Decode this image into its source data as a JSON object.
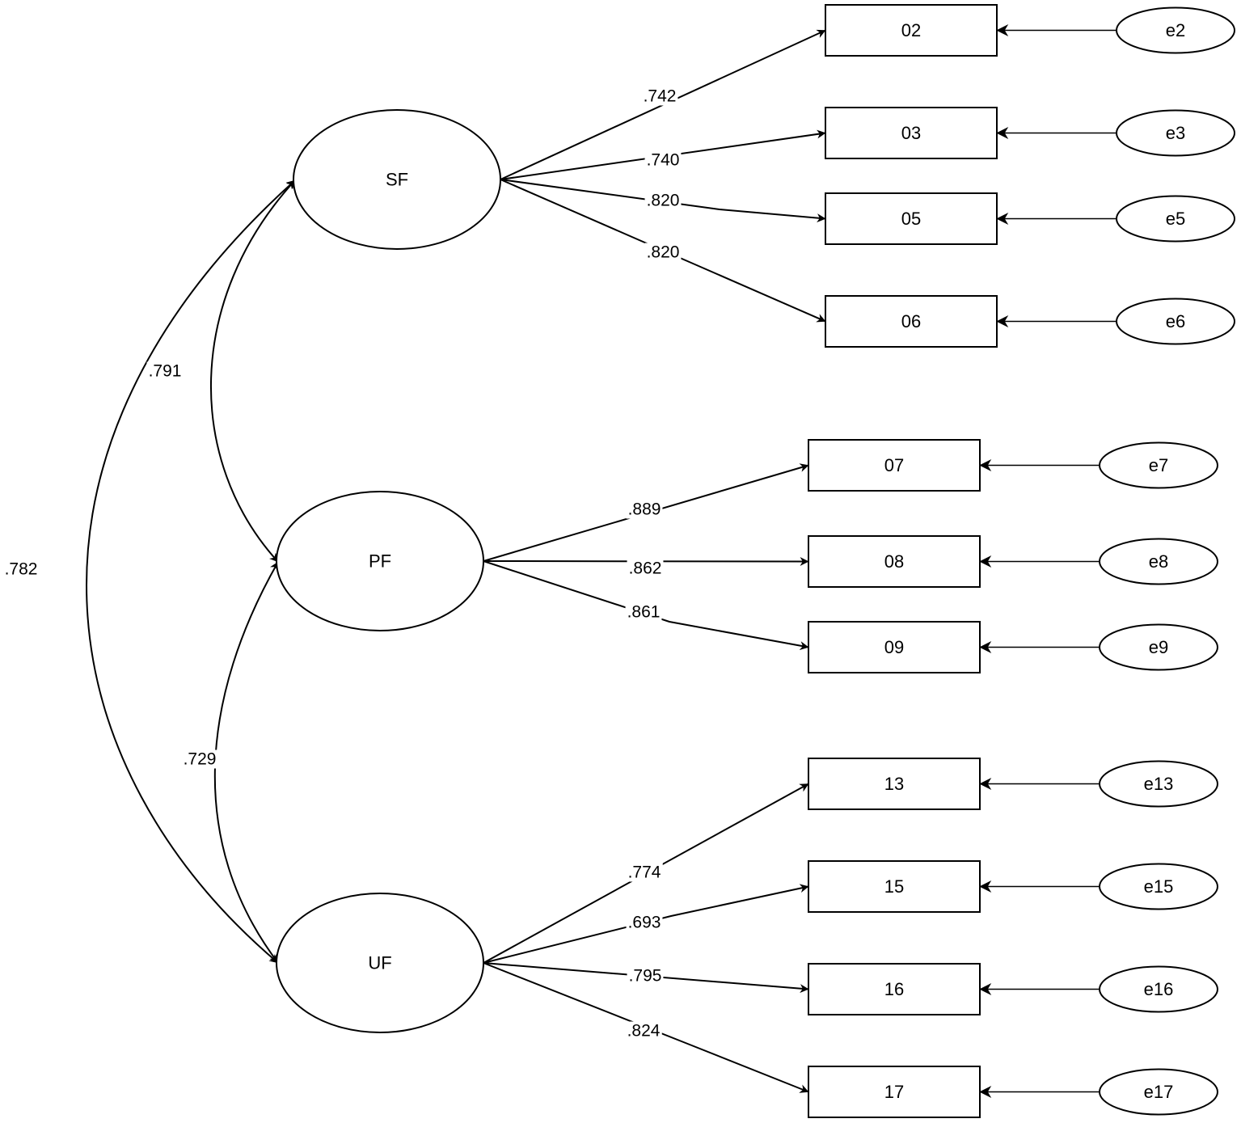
{
  "diagram": {
    "latent_factors": [
      {
        "id": "SF",
        "label": "SF"
      },
      {
        "id": "PF",
        "label": "PF"
      },
      {
        "id": "UF",
        "label": "UF"
      }
    ],
    "indicators": [
      {
        "id": "02",
        "label": "02",
        "factor": "SF",
        "loading": ".742",
        "error": "e2"
      },
      {
        "id": "03",
        "label": "03",
        "factor": "SF",
        "loading": ".740",
        "error": "e3"
      },
      {
        "id": "05",
        "label": "05",
        "factor": "SF",
        "loading": ".820",
        "error": "e5"
      },
      {
        "id": "06",
        "label": "06",
        "factor": "SF",
        "loading": ".820",
        "error": "e6"
      },
      {
        "id": "07",
        "label": "07",
        "factor": "PF",
        "loading": ".889",
        "error": "e7"
      },
      {
        "id": "08",
        "label": "08",
        "factor": "PF",
        "loading": ".862",
        "error": "e8"
      },
      {
        "id": "09",
        "label": "09",
        "factor": "PF",
        "loading": ".861",
        "error": "e9"
      },
      {
        "id": "13",
        "label": "13",
        "factor": "UF",
        "loading": ".774",
        "error": "e13"
      },
      {
        "id": "15",
        "label": "15",
        "factor": "UF",
        "loading": ".693",
        "error": "e15"
      },
      {
        "id": "16",
        "label": "16",
        "factor": "UF",
        "loading": ".795",
        "error": "e16"
      },
      {
        "id": "17",
        "label": "17",
        "factor": "UF",
        "loading": ".824",
        "error": "e17"
      }
    ],
    "correlations": [
      {
        "from": "SF",
        "to": "PF",
        "value": ".791"
      },
      {
        "from": "PF",
        "to": "UF",
        "value": ".729"
      },
      {
        "from": "SF",
        "to": "UF",
        "value": ".782"
      }
    ]
  }
}
